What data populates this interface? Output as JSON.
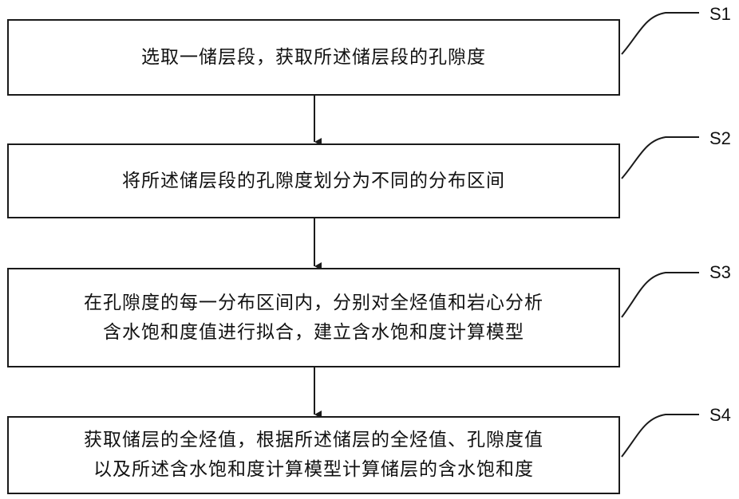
{
  "steps": [
    {
      "label": "S1",
      "lines": [
        "选取一储层段，获取所述储层段的孔隙度"
      ]
    },
    {
      "label": "S2",
      "lines": [
        "将所述储层段的孔隙度划分为不同的分布区间"
      ]
    },
    {
      "label": "S3",
      "lines": [
        "在孔隙度的每一分布区间内，分别对全烃值和岩心分析",
        "含水饱和度值进行拟合，建立含水饱和度计算模型"
      ]
    },
    {
      "label": "S4",
      "lines": [
        "获取储层的全烃值，根据所述储层的全烃值、孔隙度值",
        "以及所述含水饱和度计算模型计算储层的含水饱和度"
      ]
    }
  ],
  "colors": {
    "stroke": "#1a1a1a",
    "background": "#ffffff",
    "text": "#111111"
  }
}
